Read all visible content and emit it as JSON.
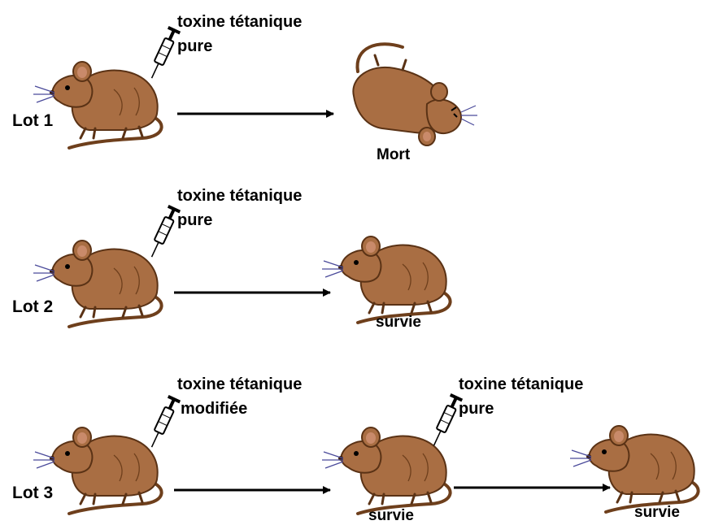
{
  "colors": {
    "mouse_body": "#a96e43",
    "mouse_dark": "#6e3f1c",
    "ear_inner": "#c98a6a",
    "arrow": "#000000",
    "background": "#ffffff"
  },
  "lots": [
    {
      "label": "Lot 1",
      "injection_lines": [
        "toxine tétanique",
        "pure"
      ],
      "outcome": "Mort"
    },
    {
      "label": "Lot 2",
      "injection_lines": [
        "toxine tétanique",
        "pure"
      ],
      "outcome": "survie"
    },
    {
      "label": "Lot 3",
      "injection_lines": [
        "toxine tétanique",
        "modifiée"
      ],
      "outcome": "survie",
      "second_injection_lines": [
        "toxine tétanique",
        "pure"
      ],
      "second_outcome": "survie"
    }
  ]
}
